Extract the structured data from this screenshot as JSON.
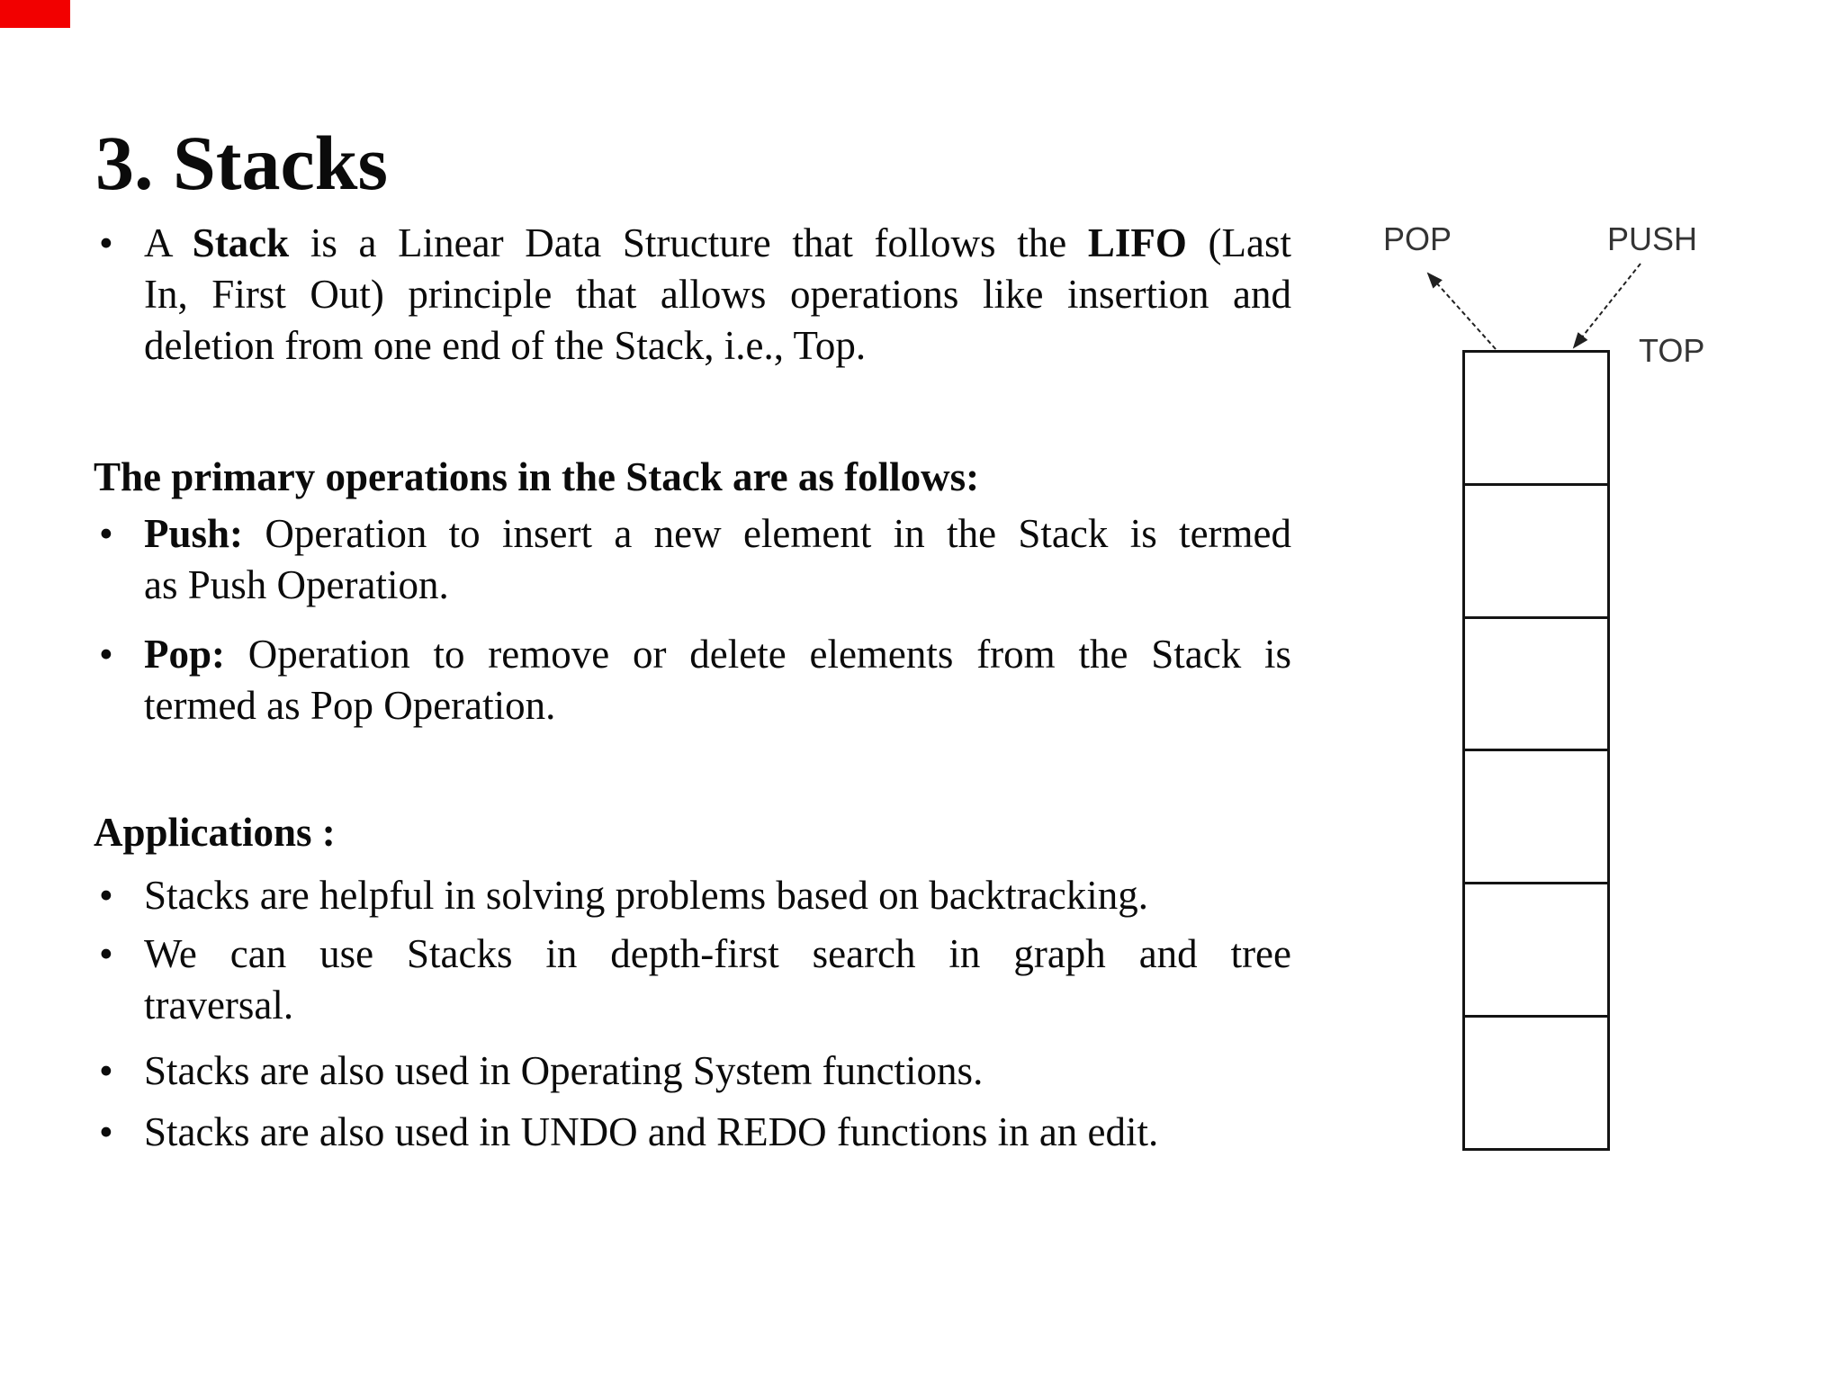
{
  "slide": {
    "background": "#ffffff",
    "text_color": "#0b0b0b",
    "red_mark_color": "#f20000",
    "diagram_label_color": "#343434",
    "diagram_line_color": "#202020",
    "bullet_char": "•"
  },
  "title": "3. Stacks",
  "intro_bullet": {
    "lines": [
      [
        [
          "A ",
          0
        ],
        [
          "Stack",
          1
        ],
        [
          " is a Linear Data Structure that follows the ",
          0
        ],
        [
          "LIFO",
          1
        ],
        [
          " (Last",
          0
        ]
      ],
      [
        [
          "In, First Out) principle that allows operations like insertion and",
          0
        ]
      ],
      [
        [
          "deletion from one end of the Stack, i.e., Top.",
          0
        ]
      ]
    ]
  },
  "operations_heading": "The primary operations in the Stack are as follows:",
  "push_bullet": {
    "lines": [
      [
        [
          "Push:",
          1
        ],
        [
          " Operation to insert a new element in the Stack is termed",
          0
        ]
      ],
      [
        [
          "as Push Operation.",
          0
        ]
      ]
    ]
  },
  "pop_bullet": {
    "lines": [
      [
        [
          "Pop:",
          1
        ],
        [
          " Operation to remove or delete elements from the Stack is",
          0
        ]
      ],
      [
        [
          "termed as Pop Operation.",
          0
        ]
      ]
    ]
  },
  "applications_heading": "Applications :",
  "applications": [
    {
      "lines": [
        [
          [
            "Stacks are helpful in solving problems based on backtracking.",
            0
          ]
        ]
      ]
    },
    {
      "lines": [
        [
          [
            "We can use Stacks in depth-first search in graph and tree",
            0
          ]
        ],
        [
          [
            "traversal.",
            0
          ]
        ]
      ]
    },
    {
      "lines": [
        [
          [
            "Stacks are also used in Operating System functions.",
            0
          ]
        ]
      ]
    },
    {
      "lines": [
        [
          [
            "Stacks are also used in UNDO and REDO functions in an edit.",
            0
          ]
        ]
      ]
    }
  ],
  "diagram": {
    "pop_label": "POP",
    "push_label": "PUSH",
    "top_label": "TOP",
    "cell_count": 6
  }
}
